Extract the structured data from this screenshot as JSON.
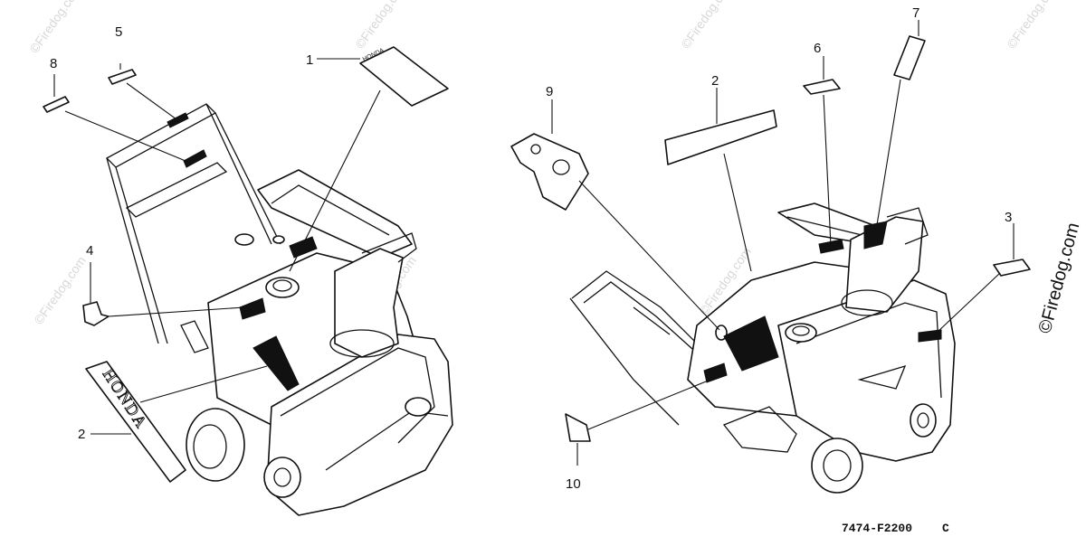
{
  "left_callouts": [
    "1",
    "2",
    "4",
    "5",
    "8"
  ],
  "right_callouts": [
    "2",
    "3",
    "6",
    "7",
    "9",
    "10"
  ],
  "label_brand_text": "HONDA",
  "diagram_code": "7474-F2200",
  "diagram_code_suffix": "C",
  "watermark": "©Firedog.com",
  "watermark_side": "©Firedog.com"
}
